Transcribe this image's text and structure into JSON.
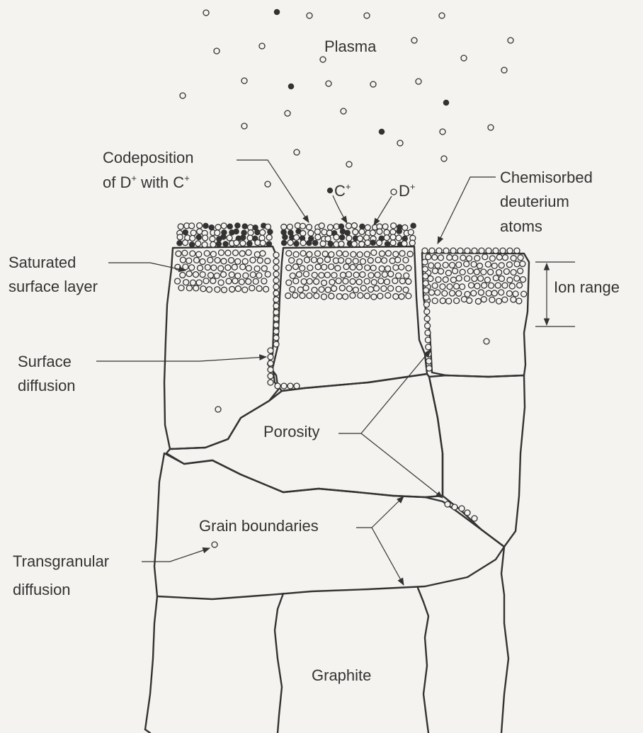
{
  "diagram": {
    "labels": {
      "plasma": "Plasma",
      "codeposition_line1": "Codeposition",
      "codeposition_line2_pre": "of D",
      "codeposition_line2_mid": " with C",
      "superscript_plus": "+",
      "c_plus": "C",
      "d_plus": "D",
      "chemisorbed_line1": "Chemisorbed",
      "chemisorbed_line2": "deuterium",
      "chemisorbed_line3": "atoms",
      "saturated_line1": "Saturated",
      "saturated_line2": "surface layer",
      "ion_range": "Ion range",
      "surface_diffusion_line1": "Surface",
      "surface_diffusion_line2": "diffusion",
      "porosity": "Porosity",
      "grain_boundaries": "Grain boundaries",
      "transgranular_line1": "Transgranular",
      "transgranular_line2": "diffusion",
      "graphite": "Graphite"
    },
    "colors": {
      "ink": "#333333",
      "paper": "#f4f3ef"
    },
    "legend_symbols": {
      "carbon_ion": "filled-circle",
      "deuterium_ion": "open-circle"
    }
  }
}
